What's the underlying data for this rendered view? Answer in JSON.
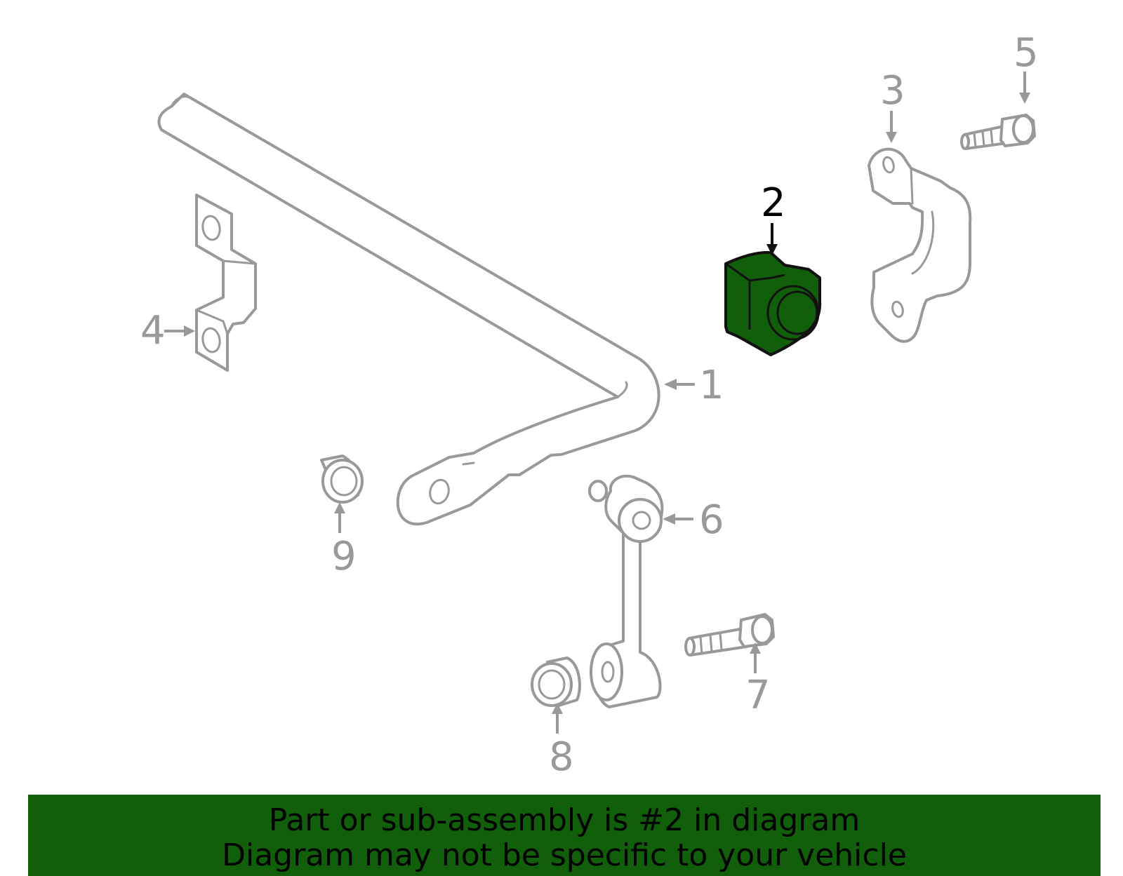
{
  "banner": {
    "line1": "Part or sub-assembly is #2 in diagram",
    "line2": "Diagram may not be specific to your vehicle"
  },
  "callouts": {
    "c1": "1",
    "c2": "2",
    "c3": "3",
    "c4": "4",
    "c5": "5",
    "c6": "6",
    "c7": "7",
    "c8": "8",
    "c9": "9"
  },
  "colors": {
    "highlight": "#115e0b",
    "linework": "#999999"
  }
}
